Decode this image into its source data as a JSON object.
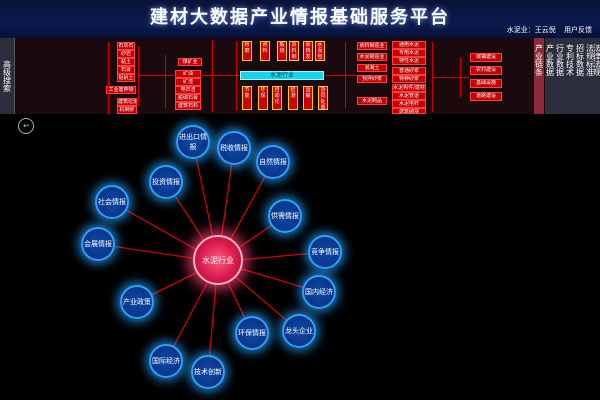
{
  "header": {
    "title": "建材大数据产业情报基础服务平台",
    "user_company": "水泥业：王云倪",
    "feedback": "用户反馈"
  },
  "left_tab": "高级搜索",
  "right_tabs": [
    "产业链条",
    "产业数据",
    "行业数据",
    "专利技术",
    "招标数据",
    "法规标准",
    "法律法规"
  ],
  "left_group": [
    "石灰石",
    "砂岩",
    "黏土",
    "石膏",
    "铝矾土"
  ],
  "tool_box": "工业废弃物",
  "build_group": [
    "建筑垃圾",
    "机制砂"
  ],
  "mid_left": [
    "煤矿业",
    "矿油",
    "矿渣",
    "电石渣",
    "脱硫石膏",
    "建筑石料"
  ],
  "top_mid": [
    "粉磨",
    "熟料",
    "煅烧",
    "原料制备",
    "余热发电",
    "水泥包装"
  ],
  "cyan_label": "水泥行业",
  "bottom_mid": [
    "节能",
    "环保",
    "自动化",
    "检测",
    "运输",
    "协同处置"
  ],
  "right_group": [
    "熟料制造业",
    "水泥制造业",
    "混凝土",
    "预拌砂浆"
  ],
  "right_bottom": "水泥制品",
  "right_group2": [
    "通用水泥",
    "专用水泥",
    "特性水泥",
    "普通砂浆",
    "特种砂浆",
    "水泥构件/建材",
    "水泥管道",
    "水泥电杆",
    "建筑砌块"
  ],
  "far_right": [
    "城镇建设",
    "农村建设",
    "基础设施",
    "道路建设"
  ],
  "graph": {
    "center": "水泥行业",
    "nodes": [
      "进出口情报",
      "税收情报",
      "自然情报",
      "投资情报",
      "社会情报",
      "供需情报",
      "会展情报",
      "竞争情报",
      "国内经济",
      "产业政策",
      "龙头企业",
      "环保情报",
      "国际经济",
      "技术创新"
    ]
  },
  "colors": {
    "accent_red": "#c40000",
    "link_red": "#d00000",
    "bubble_blue": "#2aa2ff",
    "center_pink": "#d81b4c",
    "cyan": "#12d7ee"
  }
}
